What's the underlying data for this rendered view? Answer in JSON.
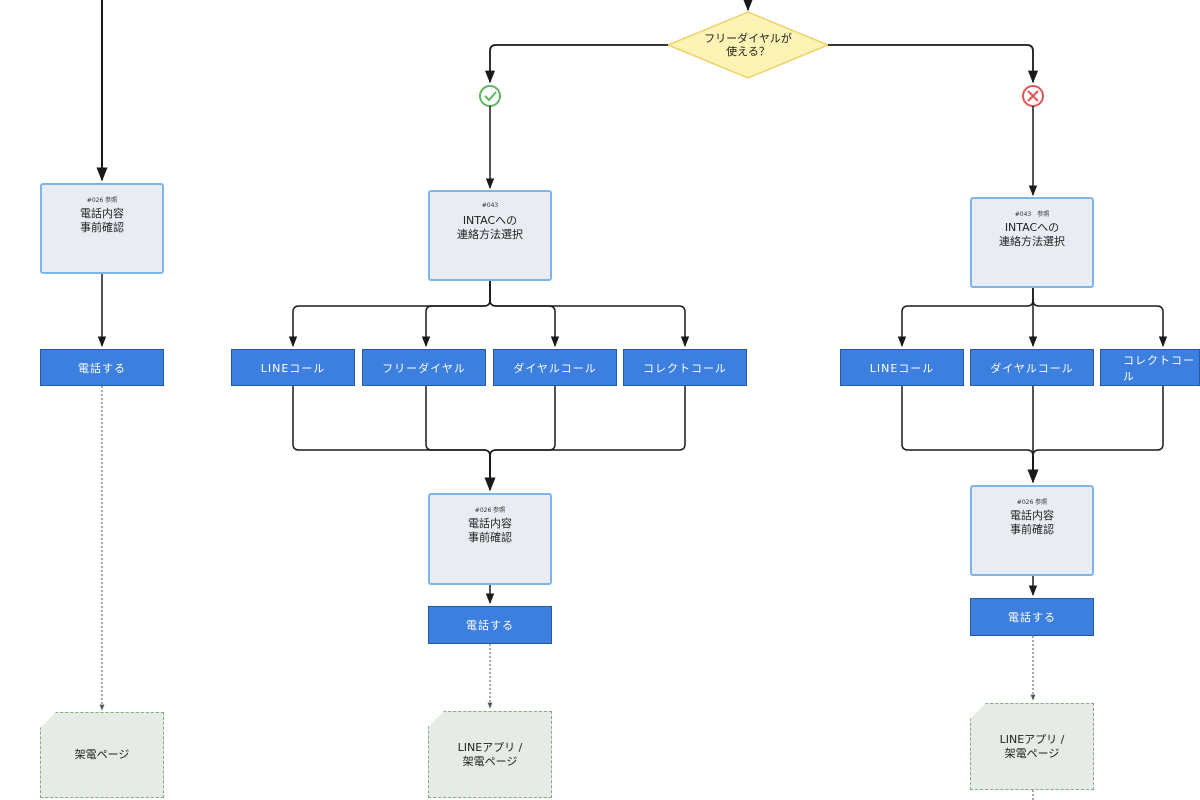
{
  "decision": {
    "label": "フリーダイヤルが\n使える？"
  },
  "left_column": {
    "pre_check": {
      "ref": "#026 参照",
      "label": "電話内容\n事前確認"
    },
    "call": "電話する",
    "page": "架電ページ"
  },
  "yes_branch": {
    "outcome_icon": "check-circle-icon",
    "select_method": {
      "ref": "#043",
      "label": "INTACへの\n連絡方法選択"
    },
    "options": [
      "LINEコール",
      "フリーダイヤル",
      "ダイヤルコール",
      "コレクトコール"
    ],
    "pre_check": {
      "ref": "#026 参照",
      "label": "電話内容\n事前確認"
    },
    "call": "電話する",
    "page": "LINEアプリ /\n架電ページ"
  },
  "no_branch": {
    "outcome_icon": "x-circle-icon",
    "select_method": {
      "ref": "#043　参照",
      "label": "INTACへの\n連絡方法選択"
    },
    "options": [
      "LINEコール",
      "ダイヤルコール",
      "コレクトコール"
    ],
    "pre_check": {
      "ref": "#026 参照",
      "label": "電話内容\n事前確認"
    },
    "call": "電話する",
    "page": "LINEアプリ /\n架電ページ"
  },
  "colors": {
    "connector": "#1a1a1a",
    "decision_fill": "#fdf3b5",
    "decision_border": "#ecd36a",
    "process_fill": "#e9ecf2",
    "process_border": "#7fb6ea",
    "action_fill": "#3d7fde",
    "page_fill": "#e7ebe6",
    "page_border": "#7eaf83",
    "yes": "#5fb55f",
    "no": "#e05555"
  }
}
